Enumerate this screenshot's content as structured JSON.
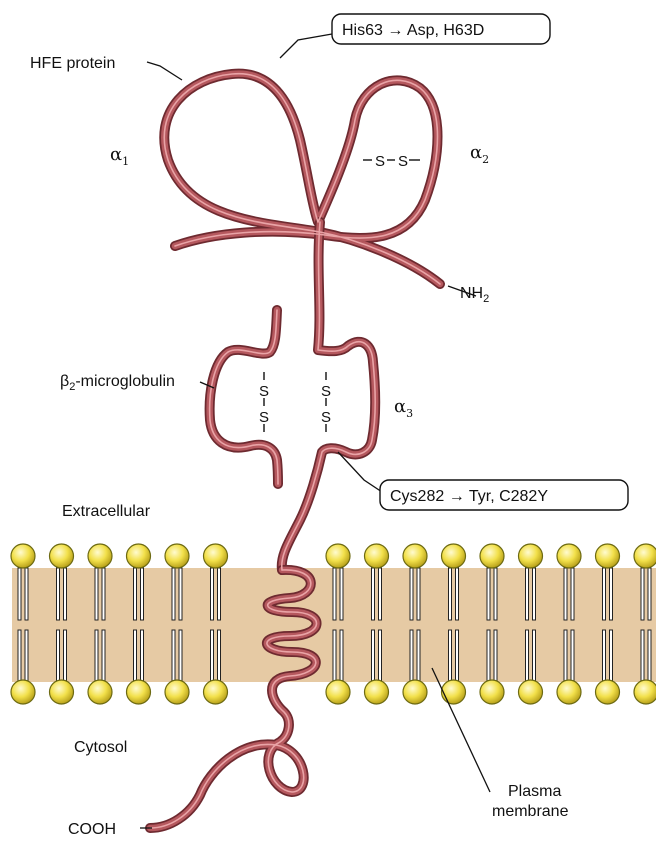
{
  "labels": {
    "hfe_protein": "HFE protein",
    "mutation_h63d": "His63 → Asp, H63D",
    "mutation_c282y": "Cys282 → Tyr, C282Y",
    "alpha1": {
      "base": "α",
      "sub": "1"
    },
    "alpha2": {
      "base": "α",
      "sub": "2"
    },
    "alpha3": {
      "base": "α",
      "sub": "3"
    },
    "nh2": {
      "base": "NH",
      "sub": "2"
    },
    "b2m": {
      "base": "β",
      "sub": "2",
      "rest": "-microglobulin"
    },
    "extracellular": "Extracellular",
    "cytosol": "Cytosol",
    "plasma": "Plasma",
    "membrane": "membrane",
    "cooh": "COOH",
    "disulfide_alpha2": "S – S",
    "s": "S"
  },
  "colors": {
    "protein": "#b5585e",
    "protein_dark": "#6e2a30",
    "membrane_band": "#e6caa4",
    "lipid_head": "#f2e04a",
    "lipid_head_edge": "#6d6a12"
  }
}
